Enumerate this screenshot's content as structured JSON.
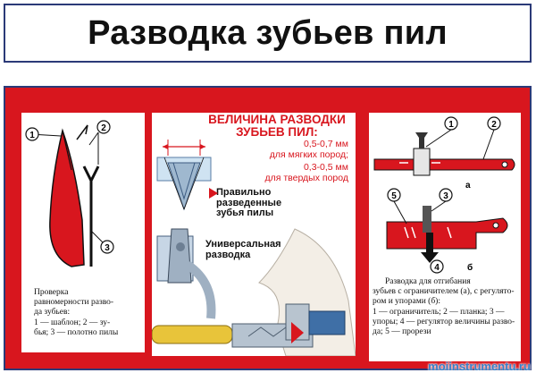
{
  "title": "Разводка зубьев пил",
  "panel_left": {
    "labels": [
      "1",
      "2",
      "3"
    ],
    "caption_line1": "Проверка",
    "caption_line2": "равномерности разво-",
    "caption_line3": "да зубьев:",
    "caption_line4": "1 — шаблон;   2 — зу-",
    "caption_line5": "бья; 3 — полотно пилы"
  },
  "panel_middle": {
    "heading_line1": "ВЕЛИЧИНА РАЗВОДКИ",
    "heading_line2": "ЗУБЬЕВ ПИЛ:",
    "spec_soft_value": "0,5-0,7 мм",
    "spec_soft_label": "для мягких пород;",
    "spec_hard_value": "0,3-0,5 мм",
    "spec_hard_label": "для твердых пород",
    "correct_line1": "Правильно",
    "correct_line2": "разведенные",
    "correct_line3": "зубья пилы",
    "universal_line1": "Универсальная",
    "universal_line2": "разводка"
  },
  "panel_right": {
    "labels": [
      "1",
      "2",
      "а",
      "3",
      "5",
      "4",
      "б"
    ],
    "caption_line1": "Разводка для отгибания",
    "caption_line2": "зубьев с ограничителем (а), с регулято-",
    "caption_line3": "ром и упорами (б):",
    "caption_line4": "1 — ограничитель;  2 — планка;  3 —",
    "caption_line5": "упоры; 4 — регулятор величины разво-",
    "caption_line6": "да; 5 — прорези"
  },
  "watermark": "moiinstrumentu.ru",
  "colors": {
    "accent_red": "#d8161e",
    "border_blue": "#2b3a78",
    "watermark_blue": "#3a7fc7"
  }
}
